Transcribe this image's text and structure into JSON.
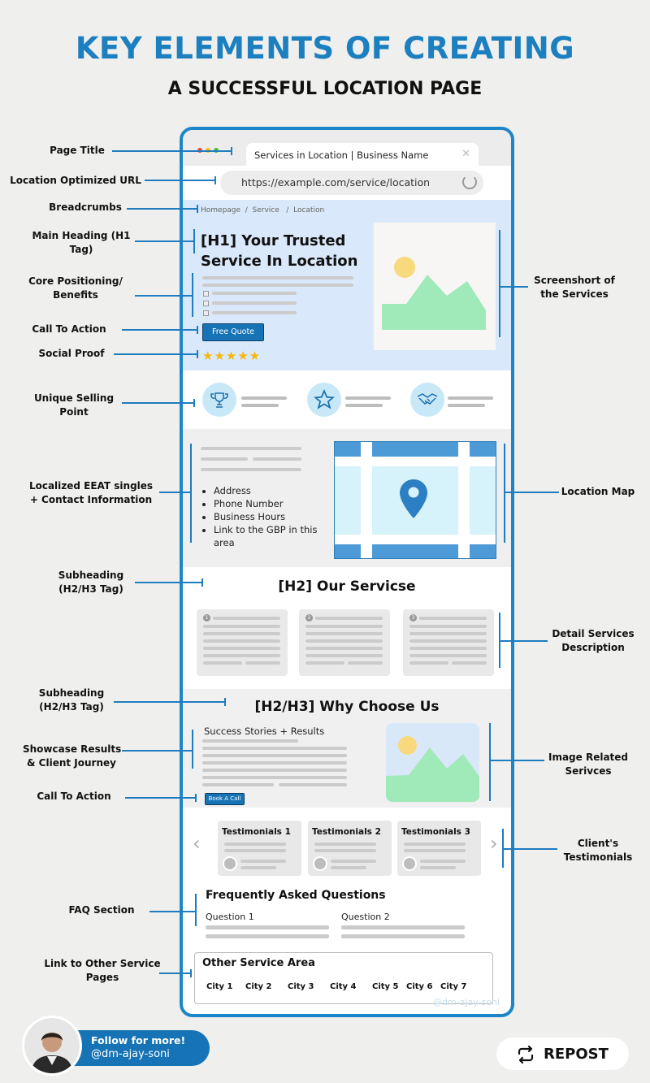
{
  "header": {
    "title": "KEY ELEMENTS OF CREATING",
    "subtitle": "A SUCCESSFUL LOCATION PAGE"
  },
  "colors": {
    "accent": "#1e7cbf",
    "star": "#f5b90a",
    "hero_bg": "#d9e8fa",
    "map_pin": "#2b7fc2"
  },
  "mockup": {
    "tab_title": "Services in Location | Business Name",
    "tab_close": "✕",
    "url": "https://example.com/service/location",
    "breadcrumb": "Homepage  /  Service   /  Location",
    "h1": "[H1] Your Trusted\nService In Location",
    "cta_primary": "Free Quote",
    "stars": "★★★★★",
    "eeat_list": [
      "Address",
      "Phone Number",
      "Business Hours",
      "Link to the GBP in this area"
    ],
    "services_heading": "[H2] Our Servicse",
    "service_numbers": [
      "1",
      "2",
      "3"
    ],
    "why_heading": "[H2/H3] Why Choose Us",
    "success_stories": "Success Stories + Results",
    "cta_secondary": "Book A Call",
    "testimonials": [
      "Testimonials 1",
      "Testimonials 2",
      "Testimonials 3"
    ],
    "prev_arrow": "‹",
    "next_arrow": "›",
    "faq_heading": "Frequently Asked Questions",
    "faq_questions": [
      "Question 1",
      "Question 2"
    ],
    "other_heading": "Other Service Area",
    "cities": [
      "City 1",
      "City 2",
      "City 3",
      "City 4",
      "City 5",
      "City 6",
      "City 7"
    ],
    "watermark": "@dm-ajay-soni"
  },
  "labels_left": {
    "page_title": "Page Title",
    "url": "Location Optimized URL",
    "breadcrumbs": "Breadcrumbs",
    "main_heading": "Main Heading (H1\nTag)",
    "core_positioning": "Core Positioning/\nBenefits",
    "cta1": "Call To Action",
    "social_proof": "Social Proof",
    "usp": "Unique Selling\nPoint",
    "eeat": "Localized EEAT singles\n+ Contact Information",
    "subheading1": "Subheading\n(H2/H3 Tag)",
    "subheading2": "Subheading\n(H2/H3 Tag)",
    "showcase": "Showcase Results\n& Client Journey",
    "cta2": "Call To Action",
    "faq": "FAQ Section",
    "links": "Link to Other Service\nPages"
  },
  "labels_right": {
    "screenshot": "Screenshort of\nthe Services",
    "map": "Location Map",
    "detail_services": "Detail Services\nDescription",
    "image_related": "Image Related\nSerivces",
    "testimonials": "Client's\nTestimonials"
  },
  "footer": {
    "follow": "Follow for more!",
    "handle": "@dm-ajay-soni",
    "repost": "REPOST"
  },
  "icons": [
    "trophy-icon",
    "star-icon",
    "handshake-icon",
    "map-pin-icon",
    "repost-icon",
    "refresh-icon",
    "user-icon"
  ]
}
